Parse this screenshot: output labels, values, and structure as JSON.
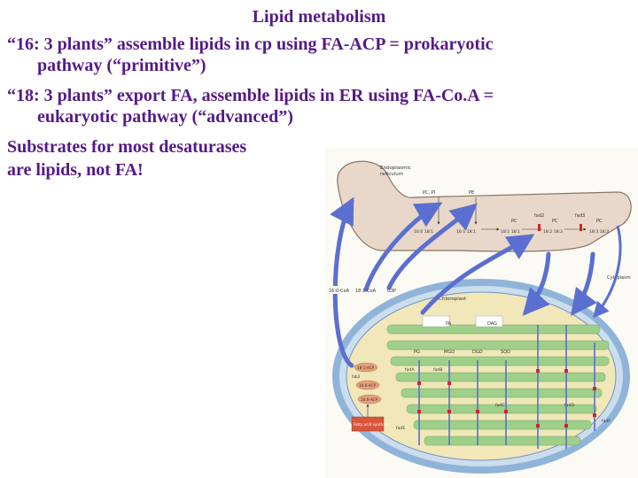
{
  "title": "Lipid metabolism",
  "bullets": [
    {
      "line1": "“16: 3 plants” assemble lipids in cp using FA-ACP = prokaryotic",
      "line2": "pathway (“primitive”)"
    },
    {
      "line1": "“18: 3 plants” export FA, assemble lipids in ER using FA-Co.A =",
      "line2": "eukaryotic pathway (“advanced”)"
    }
  ],
  "note": {
    "line1": "Substrates for most desaturases",
    "line2": "are lipids, not FA!"
  },
  "diagram": {
    "er_label_line1": "Endoplasmic",
    "er_label_line2": "reticulum",
    "cytoplasm_label": "Cytoplasm",
    "chloroplast_label": "Chloroplast",
    "er_lipids": [
      "PC, PI",
      "PE",
      "PC",
      "PC",
      "PC"
    ],
    "er_enzymes": [
      "fad2",
      "fad3"
    ],
    "er_pairs": [
      "16:0 18:1",
      "16:1 18:1",
      "18:1 18:1",
      "18:2 18:2",
      "18:3 18:3"
    ],
    "export_labels": [
      "16:0-CoA",
      "18:1-CoA",
      "G3P"
    ],
    "cp_lipids": [
      "PA",
      "DAG",
      "PG",
      "MGD",
      "DGD",
      "SQD"
    ],
    "cp_enzymes": [
      "fadA",
      "fadB",
      "fadC",
      "fadD",
      "fadE",
      "fadF"
    ],
    "fa_labels": [
      "18:1-ACP",
      "fab2",
      "16:0-ACP",
      "16:0-ACP",
      "Fatty acid synthase"
    ],
    "colors": {
      "er": "#e9d7c9",
      "er_stroke": "#8a7466",
      "envelope": "#8fb4d8",
      "stroma": "#f1e7b8",
      "thylakoid": "#9fcf8a",
      "arrow": "#5b6fd0",
      "mark": "#d0262a"
    }
  }
}
